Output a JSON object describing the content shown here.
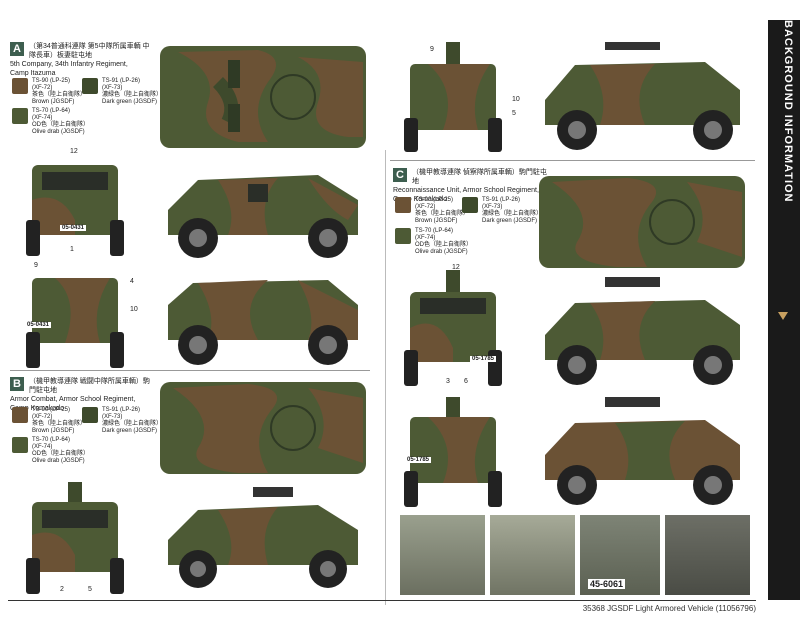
{
  "side_title": "BACKGROUND INFORMATION",
  "footer": "35368 JGSDF Light Armored Vehicle (11056796)",
  "colors": {
    "brown": "#6b5235",
    "green": "#3e4a2c",
    "olive": "#4d5a35",
    "sidebar": "#1a1a1a",
    "badge": "#3d5e4f"
  },
  "sections": {
    "A": {
      "letter": "A",
      "jp": "（第34普通科連隊 第5中隊所属車輌 中隊長車）板妻駐屯地",
      "en1": "5th Company, 34th Infantry Regiment,",
      "en2": "Camp Itazuma"
    },
    "B": {
      "letter": "B",
      "jp": "（機甲教導連隊 戦闘中隊所属車輌）駒門駐屯地",
      "en1": "Armor Combat, Armor School Regiment,",
      "en2": "Camp Komakado"
    },
    "C": {
      "letter": "C",
      "jp": "（機甲教導連隊 偵察隊所属車輌）駒門駐屯地",
      "en1": "Reconnaissance Unit, Armor School Regiment,",
      "en2": "Camp Komakado"
    }
  },
  "paints": {
    "ts90": {
      "code": "TS-90 (LP-25)",
      "ref": "(XF-72)",
      "jp": "茶色（陸上自衛隊）",
      "en": "Brown (JGSDF)"
    },
    "ts91": {
      "code": "TS-91 (LP-26)",
      "ref": "(XF-73)",
      "jp": "濃緑色（陸上自衛隊）",
      "en": "Dark green (JGSDF)"
    },
    "ts70": {
      "code": "TS-70 (LP-64)",
      "ref": "(XF-74)",
      "jp": "OD色（陸上自衛隊）",
      "en": "Olive drab (JGSDF)"
    }
  },
  "plates": {
    "a1": "05-0431",
    "a2": "05-0431",
    "c1": "05-1785",
    "c2": "05-1785",
    "photo": "45-6061"
  },
  "callouts": [
    "1",
    "2",
    "3",
    "4",
    "5",
    "6",
    "9",
    "10",
    "12"
  ]
}
